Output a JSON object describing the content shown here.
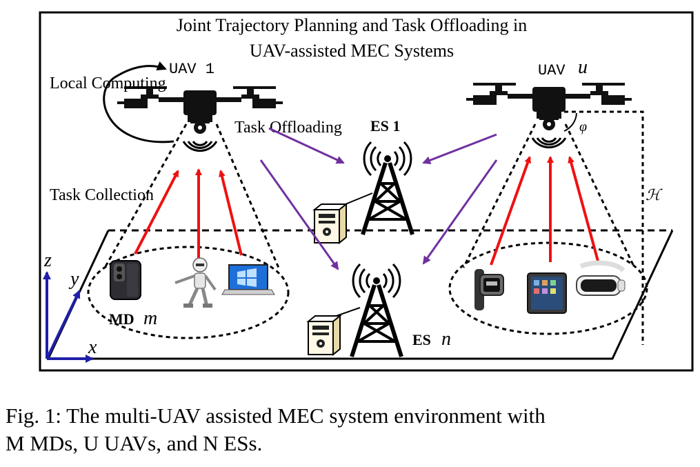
{
  "title_line1": "Joint Trajectory Planning and Task Offloading in",
  "title_line2": "UAV-assisted MEC Systems",
  "labels": {
    "local_computing": "Local Computing",
    "task_offloading": "Task Offloading",
    "task_collection": "Task Collection",
    "uav1": "UAV 1",
    "uavu_prefix": "UAV",
    "uavu_var": "u",
    "es1": "ES 1",
    "esn_prefix": "ES",
    "esn_var": "n",
    "md_prefix": "MD",
    "md_var": "m",
    "height": "ℋ",
    "angle": "φ",
    "axis_x": "x",
    "axis_y": "y",
    "axis_z": "z"
  },
  "caption": {
    "line1": "Fig. 1: The multi-UAV assisted MEC system environment with",
    "line2": "M MDs, U UAVs, and N ESs."
  },
  "colors": {
    "upload_arrow": "#ee1111",
    "offload_arrow": "#7030a0",
    "axis": "#1f1fa8",
    "ink": "#000000"
  },
  "icons": [
    "drone-icon",
    "antenna-tower-icon",
    "server-icon",
    "smartphone-icon",
    "robot-icon",
    "laptop-icon",
    "smartwatch-icon",
    "tablet-icon",
    "vr-headset-icon"
  ]
}
